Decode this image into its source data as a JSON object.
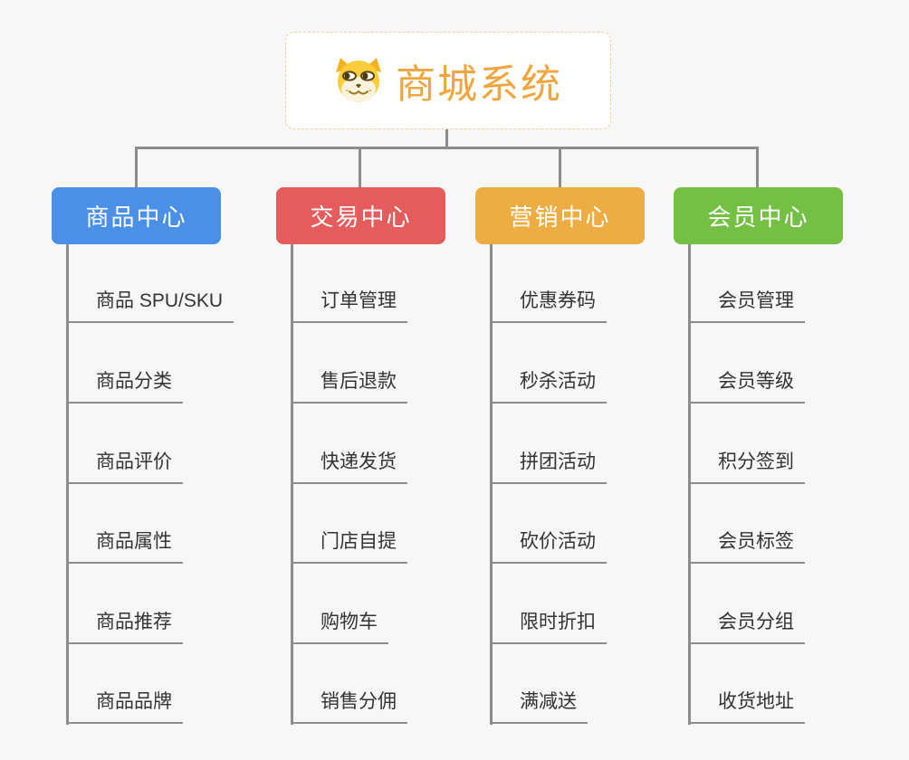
{
  "root": {
    "title": "商城系统",
    "icon": "doge-icon",
    "text_color": "#f0a63c",
    "border_color": "#f3cd8e"
  },
  "connector_color": "#8c8c8c",
  "branches": [
    {
      "label": "商品中心",
      "color": "#4a90e9",
      "items": [
        "商品 SPU/SKU",
        "商品分类",
        "商品评价",
        "商品属性",
        "商品推荐",
        "商品品牌"
      ]
    },
    {
      "label": "交易中心",
      "color": "#e45c5c",
      "items": [
        "订单管理",
        "售后退款",
        "快递发货",
        "门店自提",
        "购物车",
        "销售分佣"
      ]
    },
    {
      "label": "营销中心",
      "color": "#eead43",
      "items": [
        "优惠券码",
        "秒杀活动",
        "拼团活动",
        "砍价活动",
        "限时折扣",
        "满减送"
      ]
    },
    {
      "label": "会员中心",
      "color": "#74c044",
      "items": [
        "会员管理",
        "会员等级",
        "积分签到",
        "会员标签",
        "会员分组",
        "收货地址"
      ]
    }
  ]
}
